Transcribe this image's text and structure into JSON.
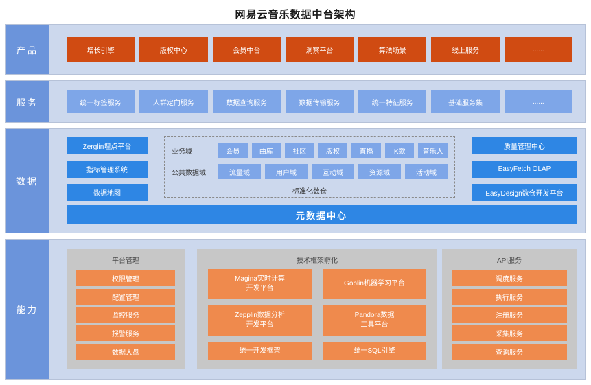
{
  "title": "网易云音乐数据中台架构",
  "colors": {
    "product_block": "#d04b12",
    "service_block": "#7ea6e8",
    "data_block": "#2e86e4",
    "capability_block": "#ef8a4d",
    "band_background": "#ccd8ed",
    "band_label_background": "#6b94db",
    "group_background": "#c7c7c7"
  },
  "bands": {
    "products": {
      "label": "产品",
      "items": [
        "增长引擎",
        "版权中心",
        "会员中台",
        "洞察平台",
        "算法场景",
        "线上服务",
        "......"
      ]
    },
    "services": {
      "label": "服务",
      "items": [
        "统一标签服务",
        "人群定向服务",
        "数据查询服务",
        "数据传输服务",
        "统一特征服务",
        "基础服务集",
        "......"
      ]
    },
    "data": {
      "label": "数据",
      "left_tools": [
        "Zerglin埋点平台",
        "指标管理系统",
        "数据地图"
      ],
      "warehouse": {
        "business_label": "业务域",
        "business_items": [
          "会员",
          "曲库",
          "社区",
          "版权",
          "直播",
          "K歌",
          "音乐人"
        ],
        "public_label": "公共数据域",
        "public_items": [
          "流量域",
          "用户域",
          "互动域",
          "资源域",
          "活动域"
        ],
        "caption": "标准化数仓"
      },
      "right_tools": [
        "质量管理中心",
        "EasyFetch OLAP",
        "EasyDesign数仓开发平台"
      ],
      "metadata_bar": "元数据中心"
    },
    "capability": {
      "label": "能力",
      "groups": [
        {
          "title": "平台管理",
          "items": [
            "权限管理",
            "配置管理",
            "监控服务",
            "报警服务",
            "数据大盘"
          ]
        },
        {
          "title": "技术框架孵化",
          "items": [
            "Magina实时计算\n开发平台",
            "Goblin机器学习平台",
            "Zepplin数据分析\n开发平台",
            "Pandora数据\n工具平台",
            "统一开发框架",
            "统一SQL引擎"
          ]
        },
        {
          "title": "API服务",
          "items": [
            "调度服务",
            "执行服务",
            "注册服务",
            "采集服务",
            "查询服务"
          ]
        }
      ]
    }
  }
}
